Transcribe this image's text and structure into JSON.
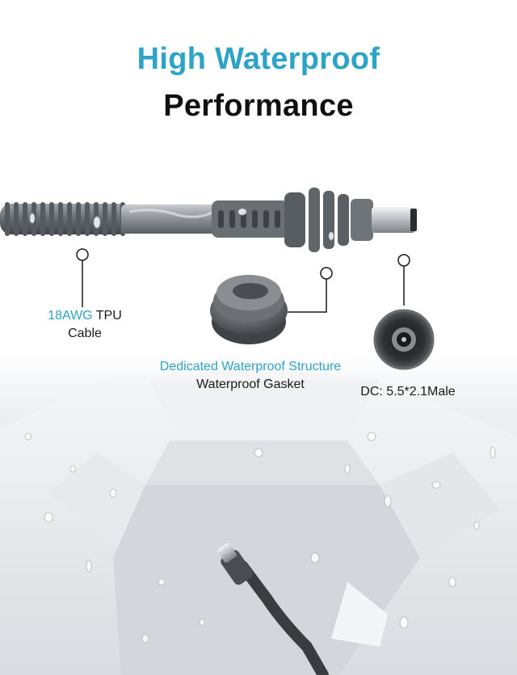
{
  "colors": {
    "accent": "#2ea3c8",
    "cable_gray": "#6f7478",
    "base_white": "#f2f3f5",
    "base_shadow": "#c9ccd1"
  },
  "header": {
    "title_highlight": "High Waterproof",
    "title_rest": "Performance"
  },
  "callouts": {
    "cable": {
      "highlight": "18AWG",
      "text": " TPU",
      "line2": "Cable"
    },
    "gasket": {
      "highlight": "Dedicated Waterproof Structure",
      "text": "Waterproof Gasket"
    },
    "connector": {
      "text": "DC: 5.5*2.1Male"
    }
  },
  "icons": {
    "cable": "corrugated-cable-icon",
    "gasket": "rubber-gasket-icon",
    "connector": "dc-plug-end-icon"
  }
}
